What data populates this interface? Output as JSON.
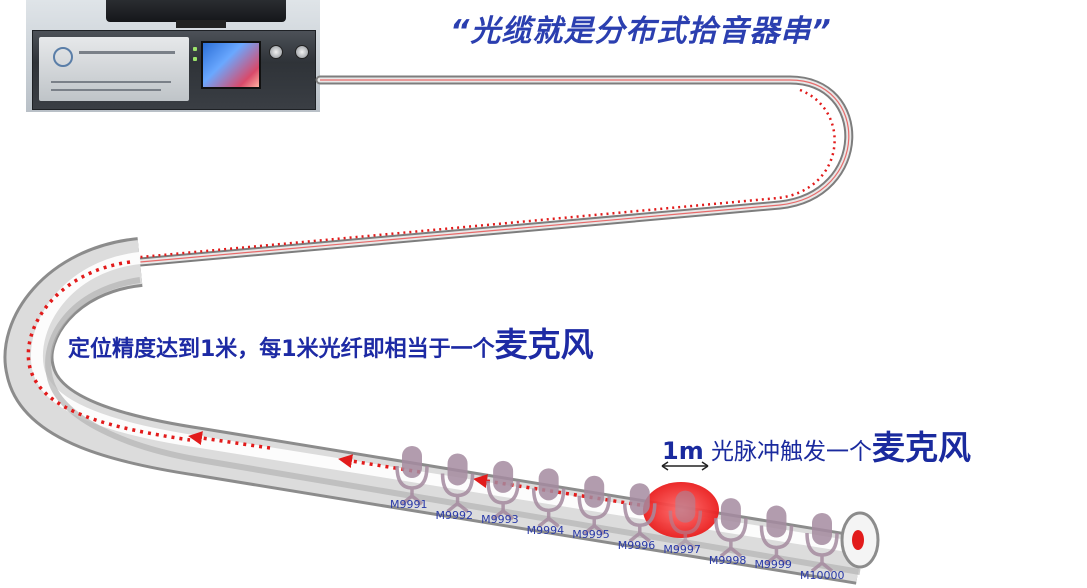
{
  "title": "“光缆就是分布式拾音器串”",
  "annotations": {
    "accuracy_prefix": "定位精度达到1米，每1米光纤即相当于一个",
    "accuracy_emphasis": "麦克风",
    "pulse_length": "1m",
    "pulse_middle": " 光脉冲触发一个",
    "pulse_emphasis": "麦克风"
  },
  "microphones": [
    {
      "label": "M9991",
      "active": false
    },
    {
      "label": "M9992",
      "active": false
    },
    {
      "label": "M9993",
      "active": false
    },
    {
      "label": "M9994",
      "active": false
    },
    {
      "label": "M9995",
      "active": false
    },
    {
      "label": "M9996",
      "active": false
    },
    {
      "label": "M9997",
      "active": true
    },
    {
      "label": "M9998",
      "active": false
    },
    {
      "label": "M9999",
      "active": false
    },
    {
      "label": "M10000",
      "active": false
    }
  ],
  "colors": {
    "cable": "#c9c9c9",
    "cable_dark": "#8c8c8c",
    "pulse": "#e21b1b",
    "mic": "#a58ba0",
    "text": "#1d2aa4",
    "active_band": "#ff2b2b"
  }
}
